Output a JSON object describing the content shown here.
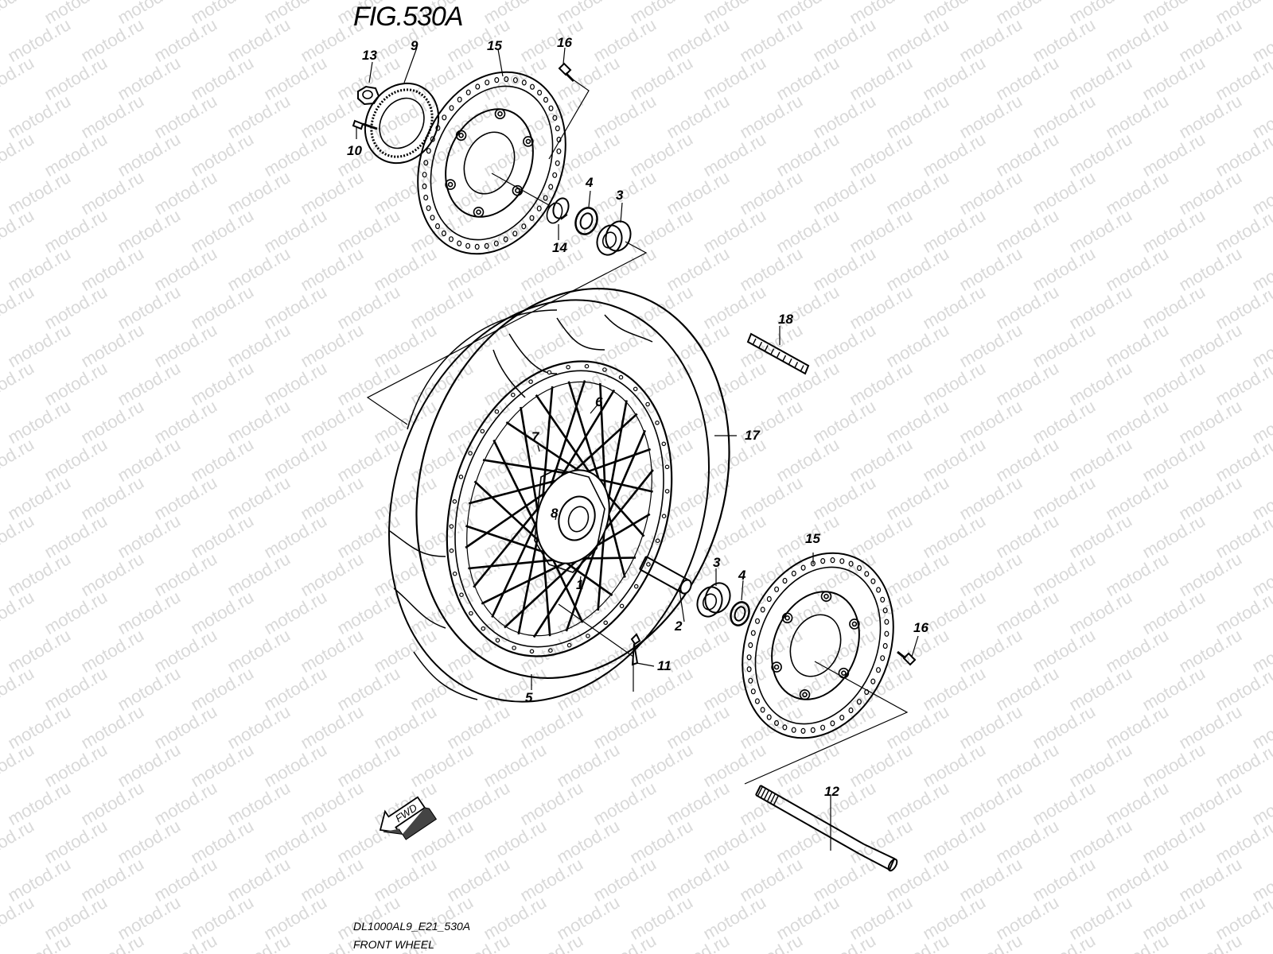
{
  "figure": {
    "title": "FIG.530A",
    "model_code": "DL1000AL9_E21_530A",
    "name": "FRONT WHEEL"
  },
  "watermark": "motod.ru",
  "direction_badge": "FWD",
  "callouts": {
    "c13": "13",
    "c9": "9",
    "c15_top": "15",
    "c16_top": "16",
    "c10": "10",
    "c4_top": "4",
    "c3_top": "3",
    "c14": "14",
    "c18": "18",
    "c6": "6",
    "c17": "17",
    "c7": "7",
    "c8": "8",
    "c1": "1",
    "c15_bottom": "15",
    "c3_bottom": "3",
    "c4_bottom": "4",
    "c16_bottom": "16",
    "c2": "2",
    "c11": "11",
    "c5": "5",
    "c12": "12"
  }
}
